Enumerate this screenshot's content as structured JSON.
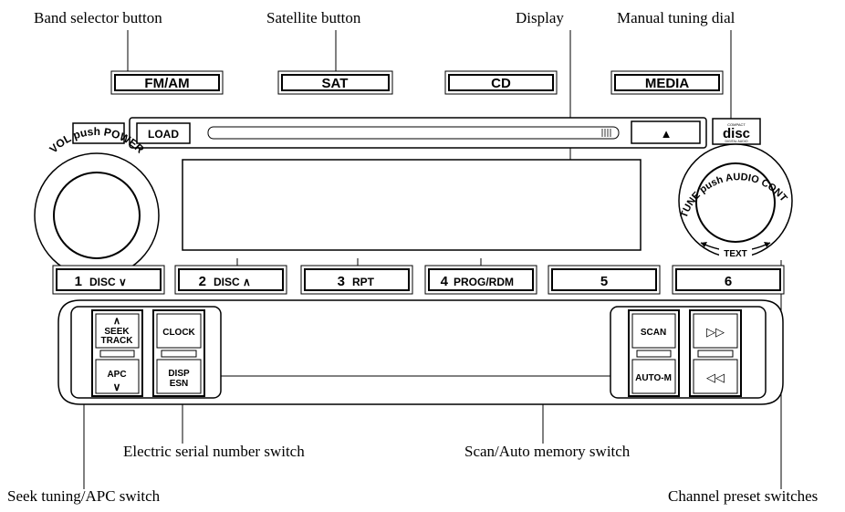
{
  "callouts": {
    "band_selector": "Band selector button",
    "satellite": "Satellite button",
    "display": "Display",
    "manual_tuning": "Manual tuning dial",
    "esn_switch": "Electric serial number switch",
    "scan_auto": "Scan/Auto memory switch",
    "seek_apc": "Seek tuning/APC switch",
    "channel_preset": "Channel preset switches"
  },
  "top_buttons": {
    "fmam": "FM/AM",
    "sat": "SAT",
    "cd": "CD",
    "media": "MEDIA"
  },
  "cd_slot": {
    "load": "LOAD",
    "eject_symbol": "▲",
    "logo_line1": "COMPACT",
    "logo_main": "disc",
    "logo_line2": "DIGITAL AUDIO"
  },
  "left_knob": {
    "arc_label": "VOL push POWER"
  },
  "right_knob": {
    "arc_label": "TUNE push AUDIO CONT",
    "bottom_label": "TEXT"
  },
  "presets": [
    {
      "num": "1",
      "label": "DISC ∨"
    },
    {
      "num": "2",
      "label": "DISC ∧"
    },
    {
      "num": "3",
      "label": "RPT"
    },
    {
      "num": "4",
      "label": "PROG/RDM"
    },
    {
      "num": "5",
      "label": ""
    },
    {
      "num": "6",
      "label": ""
    }
  ],
  "lower_left": {
    "seek_up_arrow": "∧",
    "seek_line1": "SEEK",
    "seek_line2": "TRACK",
    "apc": "APC",
    "apc_down_arrow": "∨",
    "clock": "CLOCK",
    "disp_line1": "DISP",
    "disp_line2": "ESN"
  },
  "lower_right": {
    "scan": "SCAN",
    "auto_m": "AUTO-M",
    "ff": "▷▷",
    "rew": "◁◁"
  }
}
